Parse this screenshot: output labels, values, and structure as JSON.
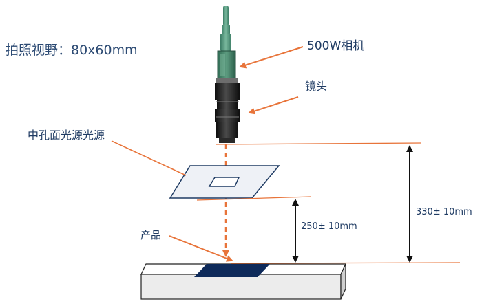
{
  "labels": {
    "field_of_view": "拍照视野：80x60mm",
    "camera": "500W相机",
    "lens": "镜头",
    "light_source": "中孔面光源光源",
    "product": "产品",
    "distance_light_to_product": "250± 10mm",
    "distance_lens_to_product": "330± 10mm"
  },
  "colors": {
    "camera_body": "#3d7a62",
    "lens": "#1c1c1c",
    "light_plate": "#eef1f6",
    "product_top": "#ffffff",
    "product_plate": "#0e2a5a",
    "callout_arrow": "#e8743a",
    "dimension_arrow": "#111111",
    "text": "#1f3b63"
  }
}
